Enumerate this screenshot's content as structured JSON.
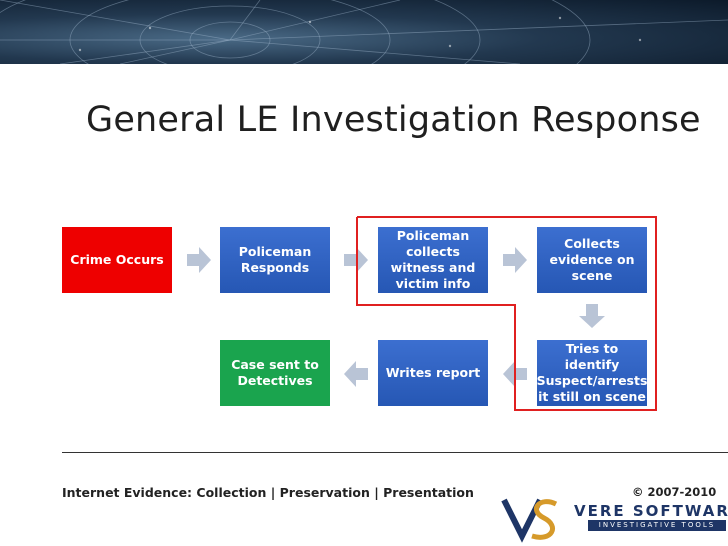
{
  "slide": {
    "title": "General LE Investigation Response",
    "boxes": {
      "crime_occurs": "Crime Occurs",
      "policeman_responds": "Policeman Responds",
      "collects_witness": "Policeman collects witness and victim info",
      "collects_evidence": "Collects evidence on scene",
      "tries_to_identify": "Tries to identify Suspect/arrests it still on scene",
      "writes_report": "Writes report",
      "case_sent": "Case sent to Detectives"
    },
    "colors": {
      "start": "#ee0000",
      "step": "#2f62c4",
      "end": "#1aa44e",
      "arrow": "#b9c4d6",
      "highlight": "#e02020"
    }
  },
  "footer": {
    "tagline": "Internet Evidence: Collection | Preservation | Presentation",
    "copyright": "© 2007-2010",
    "logo_text": "VERE SOFTWARE",
    "logo_subtext": "INVESTIGATIVE TOOLS"
  }
}
